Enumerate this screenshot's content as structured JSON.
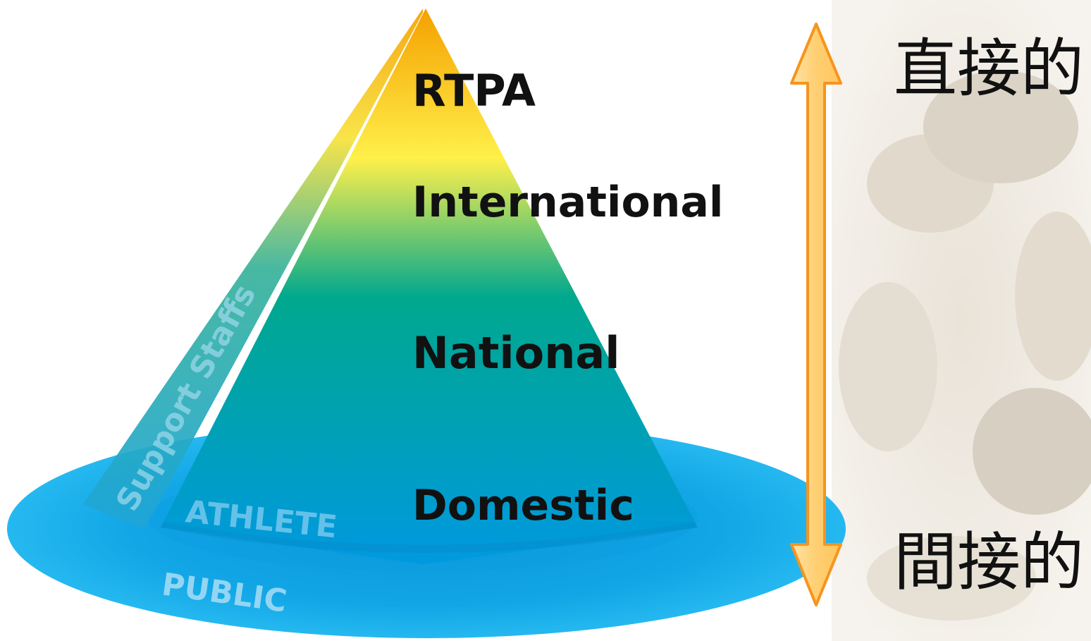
{
  "pyramid": {
    "levels": [
      {
        "id": "rtpa",
        "label": "RTPA"
      },
      {
        "id": "international",
        "label": "International"
      },
      {
        "id": "national",
        "label": "National"
      },
      {
        "id": "domestic",
        "label": "Domestic"
      }
    ],
    "side_panel_label": "Support Staffs",
    "base_inner_label": "ATHLETE",
    "base_outer_label": "PUBLIC"
  },
  "arrow": {
    "top_label": "直接的",
    "bottom_label": "間接的",
    "color": "#f7941d",
    "fill": "#ffd27a"
  },
  "colors": {
    "pyramid_top": "#f5a000",
    "pyramid_upper": "#fff04a",
    "pyramid_middle": "#00a88e",
    "pyramid_bottom": "#0099e0",
    "base_disc": "#1ab2ec",
    "base_inner_disc": "#0a9de0"
  }
}
